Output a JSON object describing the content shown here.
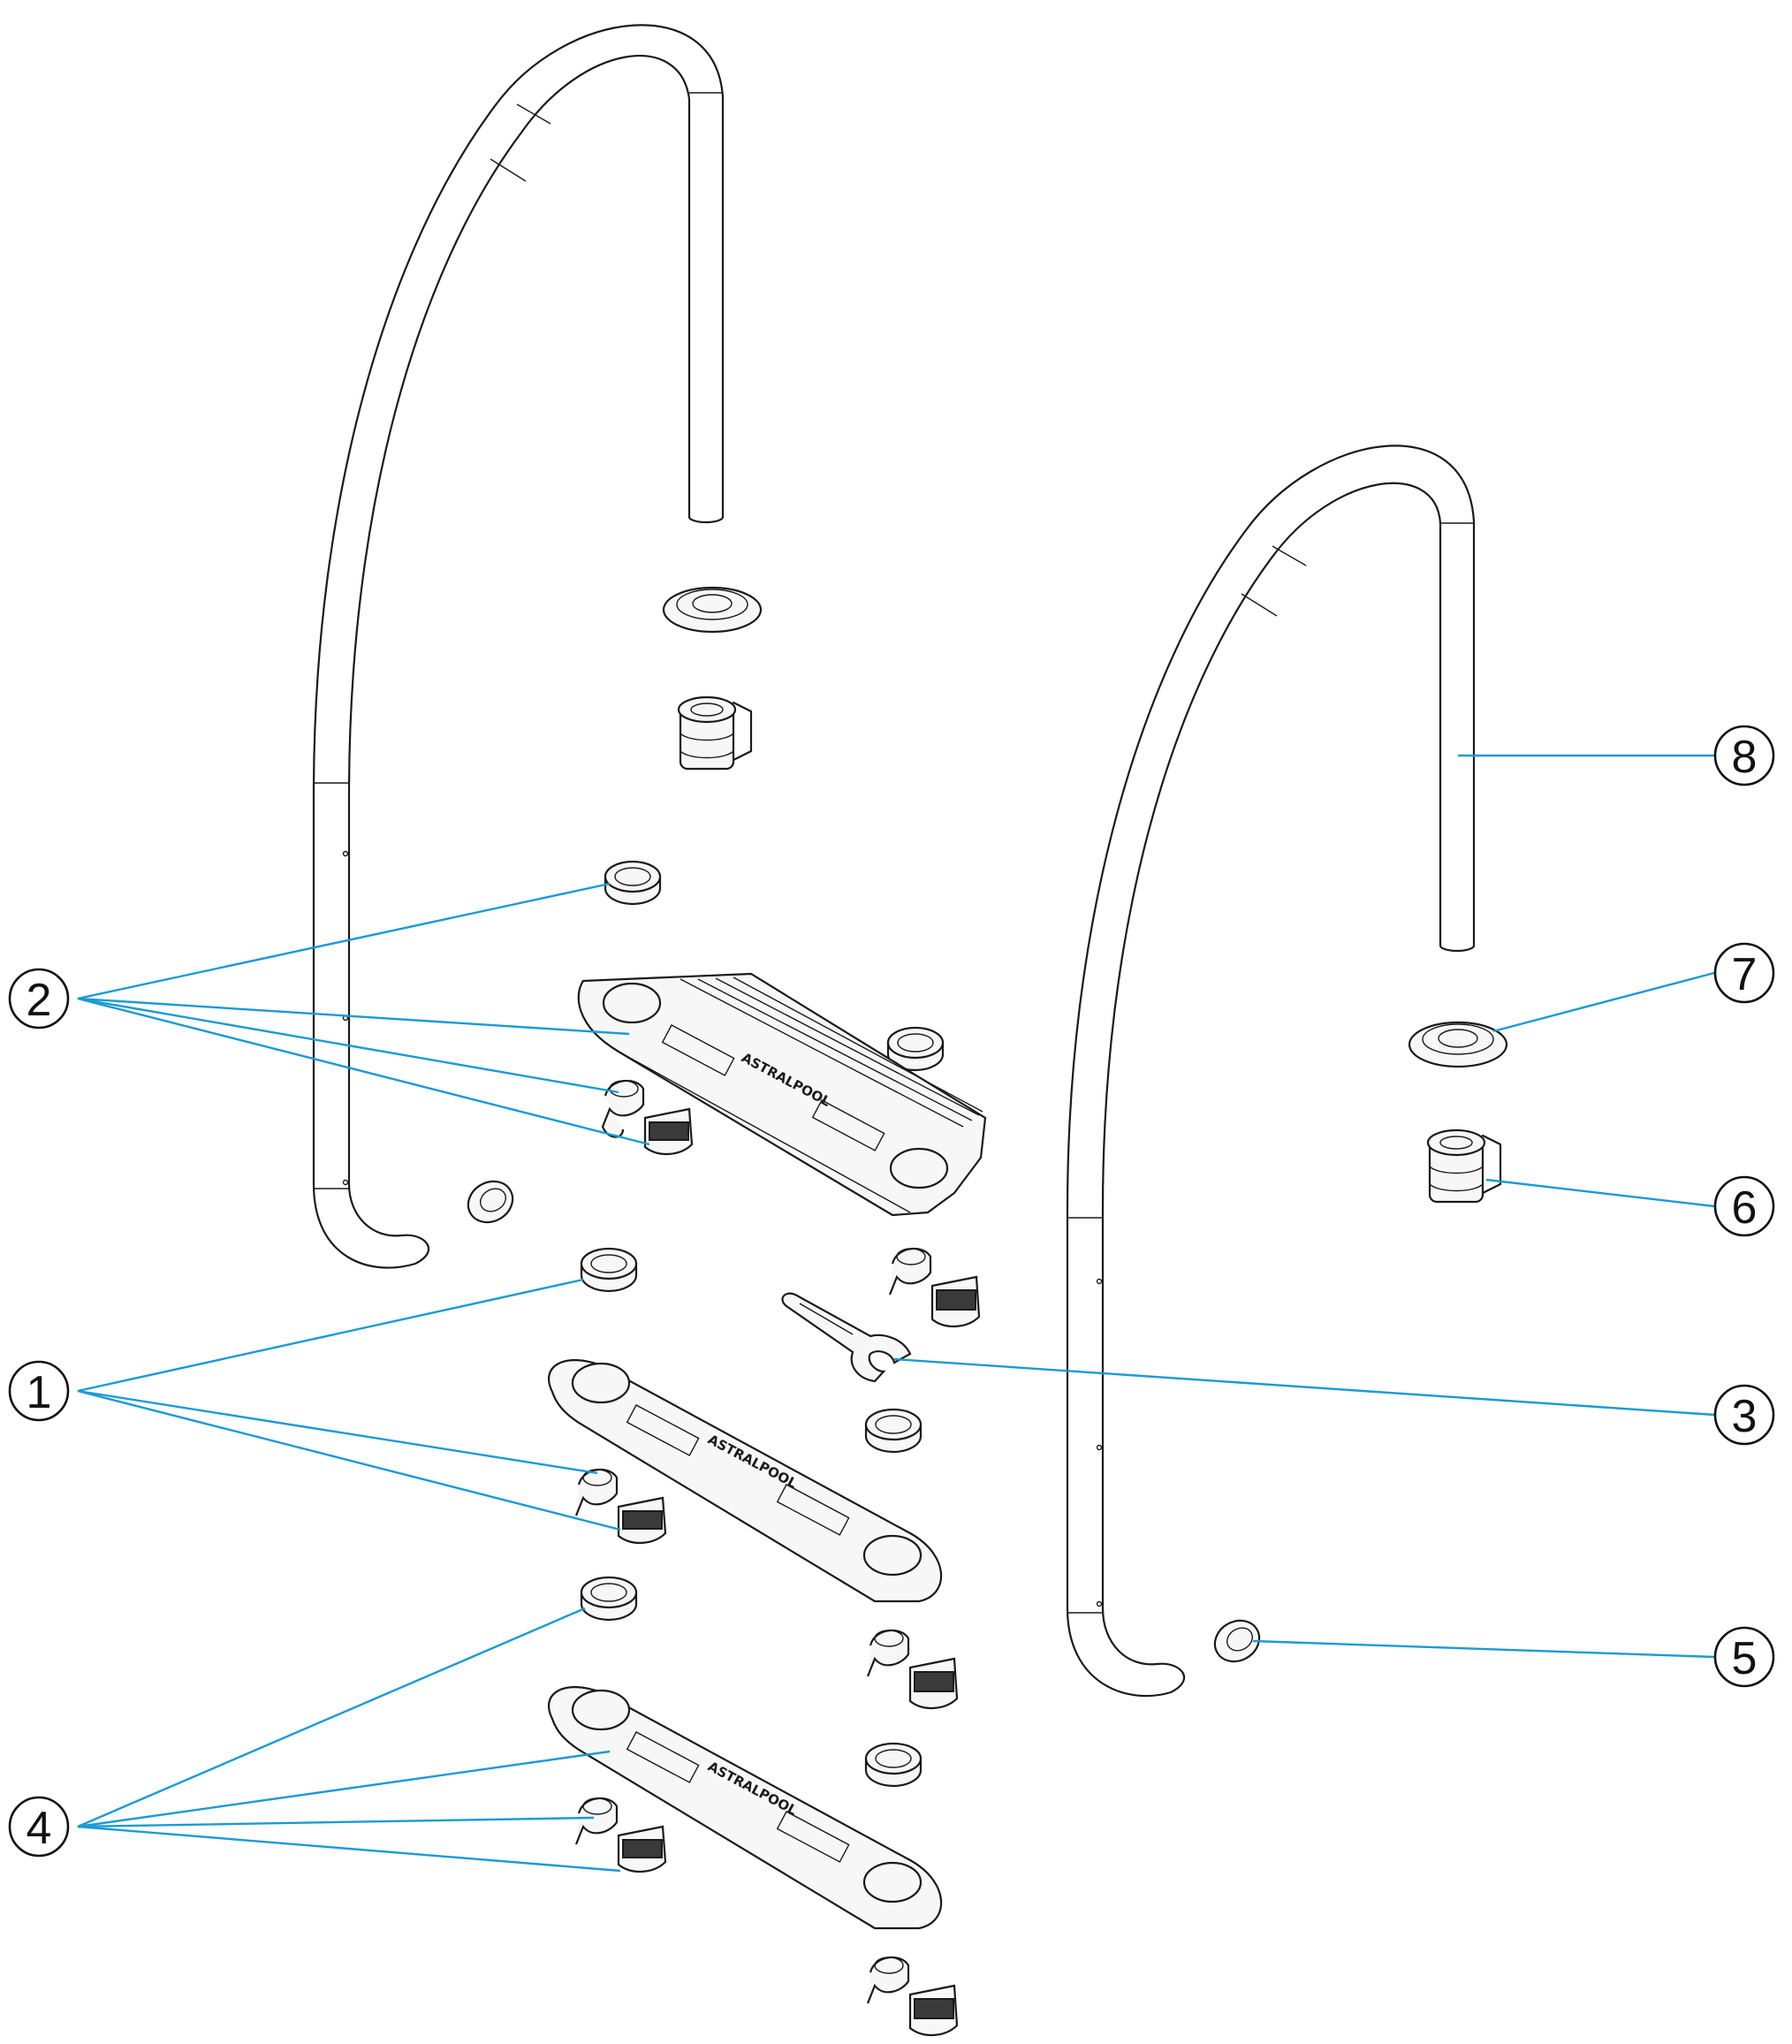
{
  "colors": {
    "leader": "#1a9ad6",
    "line": "#1a1a1a",
    "background": "#ffffff"
  },
  "brand_marking": "ASTRALPOOL",
  "callouts": [
    {
      "id": "1",
      "label": "1"
    },
    {
      "id": "2",
      "label": "2"
    },
    {
      "id": "3",
      "label": "3"
    },
    {
      "id": "4",
      "label": "4"
    },
    {
      "id": "5",
      "label": "5"
    },
    {
      "id": "6",
      "label": "6"
    },
    {
      "id": "7",
      "label": "7"
    },
    {
      "id": "8",
      "label": "8"
    }
  ]
}
